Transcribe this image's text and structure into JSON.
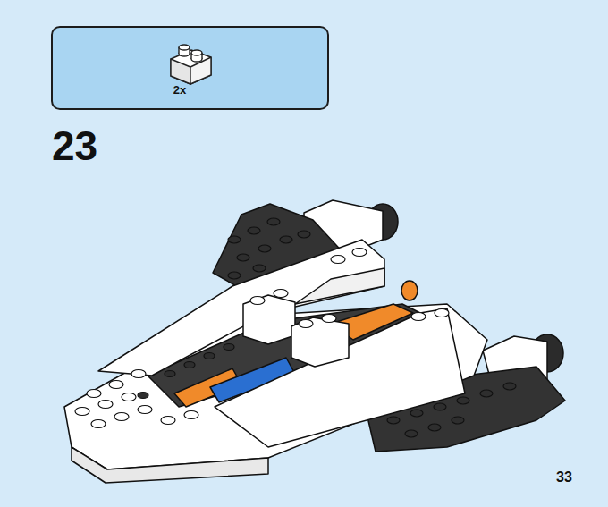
{
  "diagram": {
    "nodes": [
      {
        "text": [
          "2x"
        ]
      }
    ],
    "labels": [
      "23",
      "33"
    ]
  }
}
